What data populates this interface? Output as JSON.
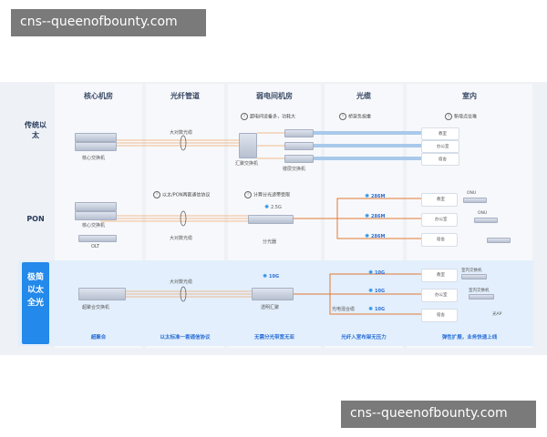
{
  "watermark": {
    "top": "cns--queenofbounty.com",
    "bottom": "cns--queenofbounty.com"
  },
  "columns": [
    "核心机房",
    "光纤管道",
    "弱电间机房",
    "光缆",
    "室内"
  ],
  "rows": {
    "ethernet": "传统以太",
    "pon": "PON",
    "allOptical": "极简以太全光"
  },
  "ethernet": {
    "core": "核心交换机",
    "fiber": "大对数光缆",
    "agg": "汇聚交换机",
    "floor": "楼层交换机",
    "warn1": "超电间设备多，功耗大",
    "warn2": "桥架负担重",
    "warn3": "新增点位难",
    "rooms": [
      "教室",
      "办公室",
      "宿舍"
    ]
  },
  "pon": {
    "core": "核心交换机",
    "olt": "OLT",
    "fiber": "大对数光缆",
    "splitter": "分光器",
    "warn1": "以太/PON两套通信协议",
    "warn2": "计算分光适带受限",
    "rate": "2.5G",
    "speeds": [
      "286M",
      "286M",
      "286M"
    ],
    "rooms": [
      "教室",
      "办公室",
      "宿舍"
    ],
    "onu": "ONU"
  },
  "allOptical": {
    "core": "超聚合交换机",
    "fiber": "大对数光缆",
    "splitter": "透明汇聚",
    "rate": "10G",
    "combo": "光电混合缆",
    "speeds": [
      "10G",
      "10G",
      "10G"
    ],
    "rooms": [
      "教室",
      "办公室",
      "宿舍"
    ],
    "ap": "室内交换机",
    "ap2": "光AP",
    "footers": [
      "超聚合",
      "以太标准一套通信协议",
      "无需分光带宽无亚",
      "光纤入室布架无压力",
      "弹性扩展，业务快速上线"
    ]
  }
}
